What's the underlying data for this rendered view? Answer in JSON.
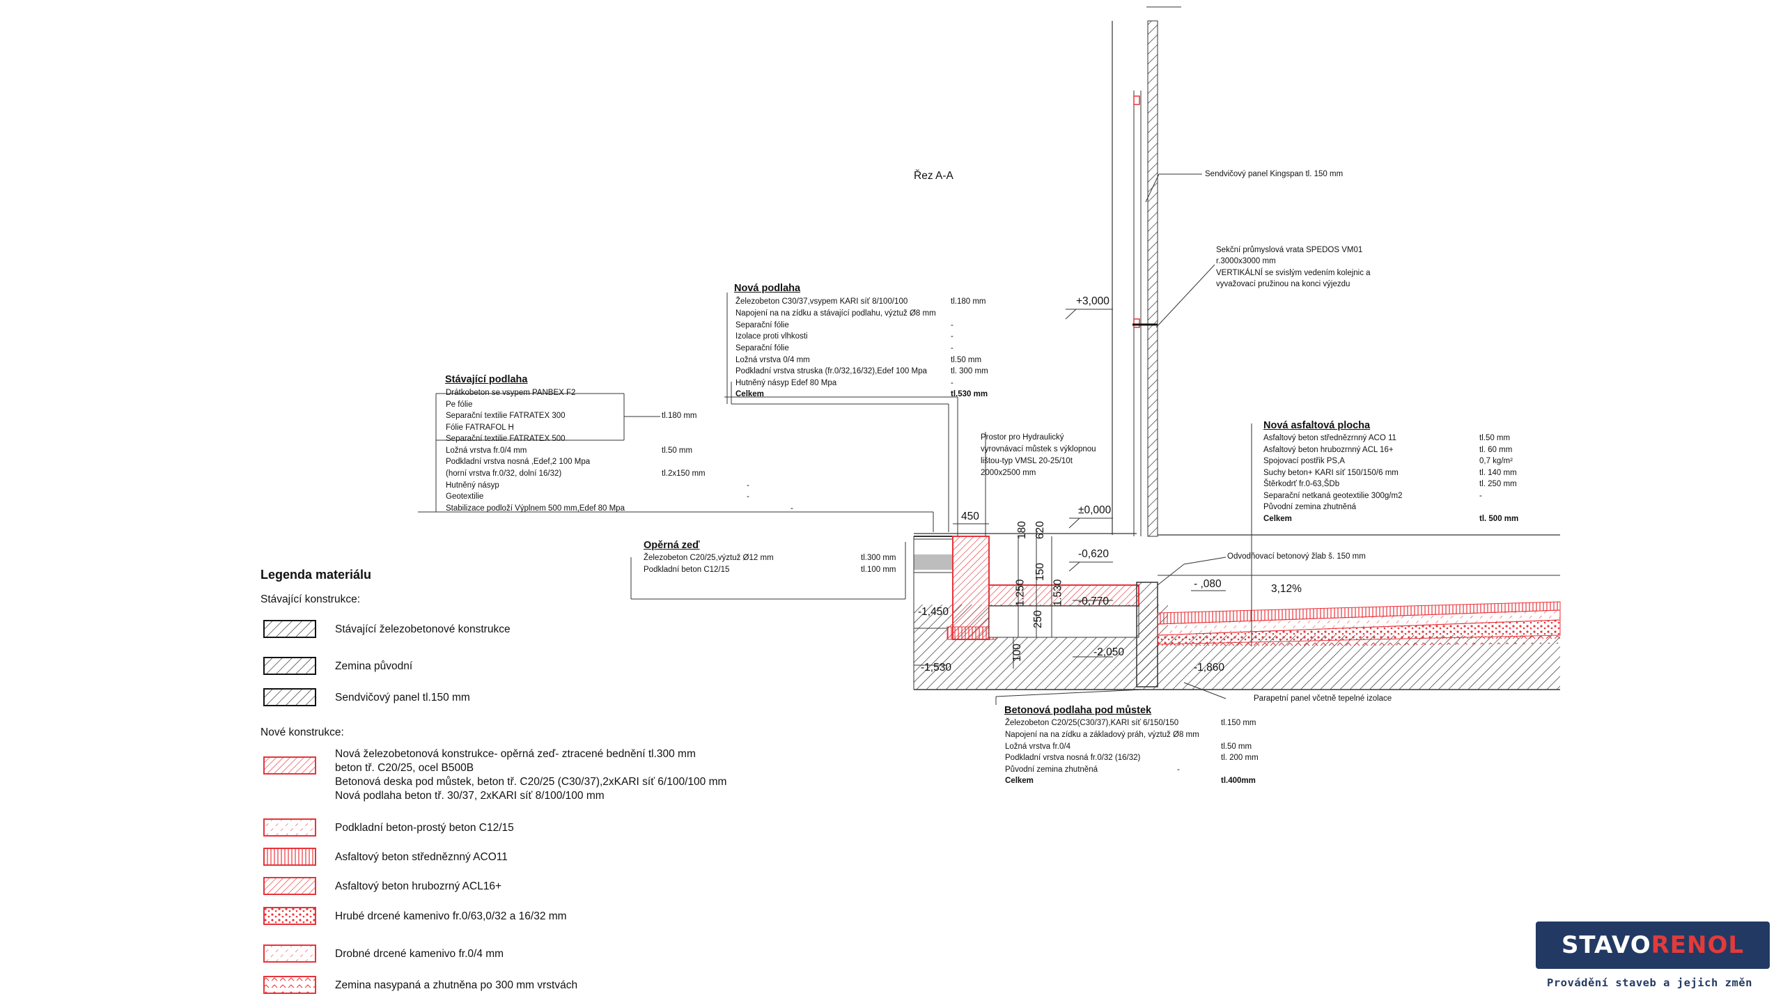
{
  "section_title": "Řez A-A",
  "levels": {
    "plus3000": "+3,000",
    "zero": "±0,000",
    "m620": "-0,620",
    "m770": "-0,770",
    "m1080": "- ,080",
    "m1450": "-1,450",
    "m1530": "-1,530",
    "m2050": "-2,050",
    "m1860": "-1,860"
  },
  "dimensions": {
    "d450": "450",
    "d180": "180",
    "d620": "620",
    "d150": "150",
    "d1250": "1.250",
    "d1530": "1.530",
    "d250": "250",
    "d100": "100",
    "slope": "3,12%"
  },
  "callouts": {
    "sandwich_panel": "Sendvičový panel Kingspan tl. 150 mm",
    "gate_1": "Sekční průmyslová vrata SPEDOS VM01",
    "gate_2": "r.3000x3000 mm",
    "gate_3": "VERTIKÁLNÍ se svislým vedením kolejnic a",
    "gate_4": "vyvažovací pružinou na konci výjezdu",
    "ramp_1": "Prostor pro Hydraulický",
    "ramp_2": "vyrovnávací můstek s výklopnou",
    "ramp_3": "lištou-typ VMSL 20-25/10t",
    "ramp_4": "2000x2500 mm",
    "drain": "Odvodňovací betonový žlab š. 150 mm",
    "parapet": "Parapetní panel včetně tepelné izolace"
  },
  "nova_podlaha": {
    "title": "Nová podlaha",
    "rows": [
      {
        "label": "Železobeton C30/37,vsypem KARI síť 8/100/100",
        "value": "tl.180 mm"
      },
      {
        "label": "Napojení na na zídku a stávající podlahu, výztuž Ø8 mm",
        "value": ""
      },
      {
        "label": "Separační fólie",
        "value": "-"
      },
      {
        "label": "Izolace proti vlhkosti",
        "value": "-"
      },
      {
        "label": "Separační fólie",
        "value": "-"
      },
      {
        "label": "Ložná vrstva 0/4 mm",
        "value": "tl.50 mm"
      },
      {
        "label": "Podkladní vrstva struska (fr.0/32,16/32),Edef 100 Mpa",
        "value": "tl. 300 mm"
      },
      {
        "label": "Hutněný násyp Edef 80 Mpa",
        "value": "-"
      }
    ],
    "total_label": "Celkem",
    "total_value": "tl.530 mm"
  },
  "stavajici_podlaha": {
    "title": "Stávající podlaha",
    "rows": [
      "Drátkobeton se vsypem PANBEX F2",
      "Pe fólie",
      "Separační textilie FATRATEX 300",
      "Fólie FATRAFOL H",
      "Separační textilie FATRATEX 500",
      "Ložná vrstva fr.0/4 mm",
      "Podkladní vrstva nosná ,Edef,2  100 Mpa",
      "(horní vrstva fr.0/32, dolní 16/32)",
      "Hutněný násyp",
      "Geotextilie",
      "Stabilizace podloží Výplnem 500 mm,Edef 80 Mpa"
    ],
    "v_group": "tl.180 mm",
    "v_loz": "tl.50 mm",
    "v_pod": "tl.2x150 mm",
    "dash": "-"
  },
  "operna_zed": {
    "title": "Opěrná zeď",
    "rows": [
      {
        "label": "Železobeton C20/25,výztuž Ø12 mm",
        "value": "tl.300 mm"
      },
      {
        "label": "Podkladní beton C12/15",
        "value": "tl.100 mm"
      }
    ]
  },
  "asfaltova_plocha": {
    "title": "Nová asfaltová plocha",
    "rows": [
      {
        "label": "Asfaltový beton střednězrnný ACO 11",
        "value": "tl.50 mm"
      },
      {
        "label": "Asfaltový beton hrubozrnný ACL 16+",
        "value": "tl. 60 mm"
      },
      {
        "label": "Spojovací postřik PS,A",
        "value": "0,7 kg/m²"
      },
      {
        "label": "Suchy beton+ KARI síť 150/150/6 mm",
        "value": "tl. 140 mm"
      },
      {
        "label": "Štěrkodrť fr.0-63,ŠDb",
        "value": "tl. 250 mm"
      },
      {
        "label": "Separační netkaná geotextilie 300g/m2",
        "value": "-"
      },
      {
        "label": "Původní zemina zhutněná",
        "value": ""
      }
    ],
    "total_label": "Celkem",
    "total_value": "tl. 500 mm"
  },
  "podlaha_mustek": {
    "title": "Betonová podlaha pod můstek",
    "rows": [
      {
        "label": "Železobeton C20/25(C30/37),KARI síť 6/150/150",
        "value": "tl.150 mm"
      },
      {
        "label": "Napojení na na zídku a základový práh, výztuž Ø8 mm",
        "value": ""
      },
      {
        "label": "Ložná vrstva fr.0/4",
        "value": "tl.50 mm"
      },
      {
        "label": "Podkladní vrstva nosná fr.0/32 (16/32)",
        "value": "tl. 200 mm"
      },
      {
        "label": "Původní zemina zhutněná",
        "value": "-"
      }
    ],
    "total_label": "Celkem",
    "total_value": "tl.400mm"
  },
  "legend": {
    "title": "Legenda materiálu",
    "existing_heading": "Stávající konstrukce:",
    "existing": [
      "Stávající železobetonové konstrukce",
      "Zemina původní",
      "Sendvičový panel tl.150 mm"
    ],
    "new_heading": "Nové konstrukce:",
    "new_main_lines": [
      "Nová železobetonová konstrukce- opěrná zeď- ztracené bednění tl.300 mm",
      "beton tř. C20/25, ocel B500B",
      "Betonová deska pod můstek, beton tř. C20/25 (C30/37),2xKARI síť 6/100/100 mm",
      "Nová podlaha beton tř. 30/37, 2xKARI síť  8/100/100 mm"
    ],
    "new": [
      "Podkladní beton-prostý beton C12/15",
      "Asfaltový beton středněznný ACO11",
      "Asfaltový beton hrubozrný ACL16+",
      "Hrubé drcené kamenivo fr.0/63,0/32 a 16/32 mm",
      "Drobné drcené kamenivo fr.0/4 mm",
      "Zemina nasypaná a zhutněna po 300 mm vrstvách"
    ]
  },
  "brand": {
    "name_a": "STAVO",
    "name_b": "RENOL",
    "slogan": "Provádění staveb a jejich změn",
    "color_dark": "#223a63",
    "color_accent": "#e23b3b"
  },
  "colors": {
    "new_concrete": "#e8333a",
    "hatch": "#222222"
  }
}
